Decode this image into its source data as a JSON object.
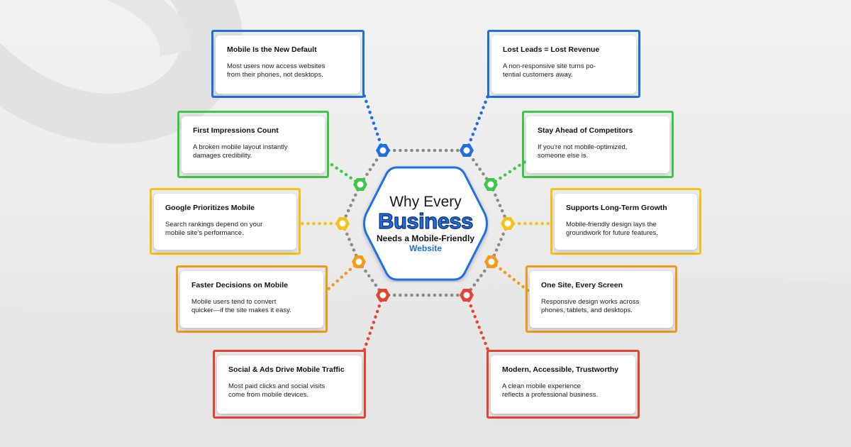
{
  "center": {
    "line1": "Why Every",
    "line2": "Business",
    "line3": "Needs a Mobile-Friendly",
    "line4": "Website"
  },
  "colors": {
    "blue": "#1e6fe6",
    "green": "#3ec84b",
    "yellow": "#f6c21a",
    "orange": "#f39a1a",
    "red": "#e8432e",
    "gray_dots": "#8a8a8a"
  },
  "cards": [
    {
      "id": "mobile-default",
      "color": "blue",
      "title": "Mobile Is the New Default",
      "desc": "Most users now access websites\nfrom their phones, not desktops."
    },
    {
      "id": "lost-leads",
      "color": "blue",
      "title": "Lost Leads = Lost Revenue",
      "desc": "A non-responsive site turns po-\ntential customers away."
    },
    {
      "id": "first-impressions",
      "color": "green",
      "title": "First Impressions Count",
      "desc": "A broken mobile layout instantly\ndamages credibility."
    },
    {
      "id": "stay-ahead",
      "color": "green",
      "title": "Stay Ahead of Competitors",
      "desc": "If you're not mobile-optimized,\nsomeone else is."
    },
    {
      "id": "google-prioritizes",
      "color": "yellow",
      "title": "Google Prioritizes Mobile",
      "desc": "Search rankings depend on your\nmobile site’s performance."
    },
    {
      "id": "long-term-growth",
      "color": "yellow",
      "title": "Supports Long-Term Growth",
      "desc": "Mobile-friendly design lays the\ngroundwork for future features."
    },
    {
      "id": "faster-decisions",
      "color": "orange",
      "title": "Faster Decisions on Mobile",
      "desc": "Mobile users tend to convert\nquicker—if the site makes it easy."
    },
    {
      "id": "one-site",
      "color": "orange",
      "title": "One Site, Every Screen",
      "desc": "Responsive design works across\nphones, tablets, and desktops."
    },
    {
      "id": "social-ads",
      "color": "red",
      "title": "Social & Ads Drive Mobile Traffic",
      "desc": "Most paid clicks and social visits\ncome from mobile devices."
    },
    {
      "id": "trustworthy",
      "color": "red",
      "title": "Modern, Accessible, Trustworthy",
      "desc": "A clean mobile experience\nreflects a professional business."
    }
  ]
}
